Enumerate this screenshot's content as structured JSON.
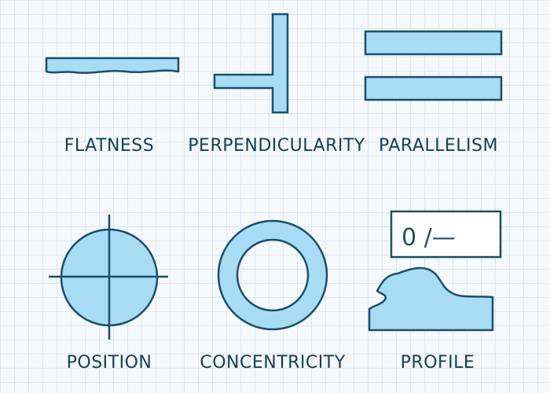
{
  "colors": {
    "fill": "#a8dcf4",
    "stroke": "#1a4f6b",
    "label": "#14405a",
    "background": "#f6f9fc",
    "grid": "#dde6ef"
  },
  "symbols": [
    {
      "id": "flatness",
      "label": "FLATNESS"
    },
    {
      "id": "perpendicularity",
      "label": "PERPENDICULARITY"
    },
    {
      "id": "parallelism",
      "label": "PARALLELISM"
    },
    {
      "id": "position",
      "label": "POSITION"
    },
    {
      "id": "concentricity",
      "label": "CONCENTRICITY"
    },
    {
      "id": "profile",
      "label": "PROFILE",
      "frame_text": "0 /—"
    }
  ]
}
